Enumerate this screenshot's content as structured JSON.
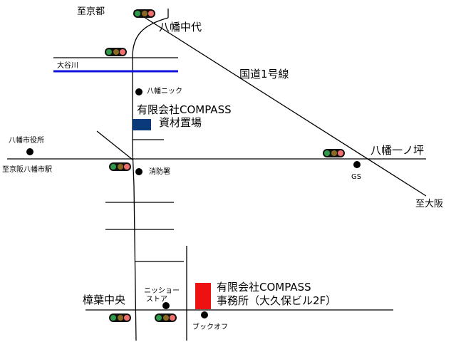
{
  "labels": {
    "to_kyoto": "至京都",
    "yawata_nakadai": "八幡中代",
    "ootani_river": "大谷川",
    "kokudo1": "国道1号線",
    "yawata_nick": "八幡ニック",
    "compass_name": "有限会社COMPASS",
    "storage": "資材置場",
    "yawata_city_hall": "八幡市役所",
    "yawata_ichinotsubo": "八幡一ノ坪",
    "to_yawatashi_station": "至京阪八幡市駅",
    "fire_station": "消防署",
    "gs": "GS",
    "to_osaka": "至大阪",
    "nissho_line1": "ニッショー",
    "nissho_line2": "ストア",
    "office": "事務所（大久保ビル2F）",
    "shouyou_chuou": "樟葉中央",
    "bookoff": "ブックオフ"
  },
  "colors": {
    "road": "#000000",
    "river": "#1111dd",
    "storage_marker": "#0a3a7a",
    "office_marker": "#ee1111",
    "signal_body": "#111111",
    "signal_green": "#2e9a4a",
    "signal_yellow": "#8a6a22",
    "signal_red": "#f07070"
  }
}
